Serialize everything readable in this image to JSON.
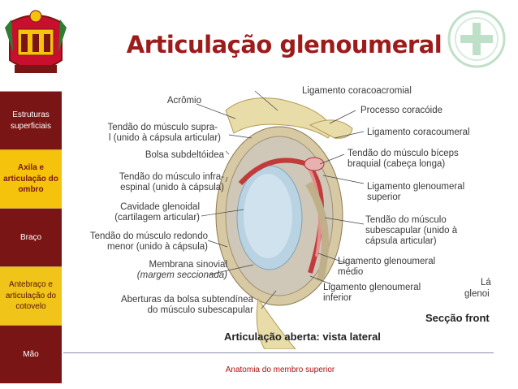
{
  "title": "Articulação glenoumeral",
  "nav": {
    "items": [
      {
        "label": "Estruturas superficiais"
      },
      {
        "label": "Axila e articulação do ombro"
      },
      {
        "label": "Braço"
      },
      {
        "label": "Antebraço e articulação do cotovelo"
      },
      {
        "label": "Mão"
      }
    ],
    "active_index": 1
  },
  "diagram": {
    "left_labels": [
      "Acrômio",
      "Tendão do músculo supra-",
      "l (unido à cápsula articular)",
      "Bolsa subdeltóidea",
      "Tendão do músculo infra-",
      "espinal (unido à cápsula)",
      "Cavidade glenoidal",
      "(cartilagem articular)",
      "Tendão do músculo redondo",
      "menor (unido à cápsula)",
      "Membrana sinovial",
      "(margem seccionada)",
      "Aberturas da bolsa subtendínea",
      "do músculo subescapular"
    ],
    "right_labels": [
      "Ligamento coracoacromial",
      "Processo coracóide",
      "Ligamento coracoumeral",
      "Tendão do músculo bíceps",
      "braquial (cabeça longa)",
      "Ligamento glenoumeral",
      "superior",
      "Tendão do músculo",
      "subescapular (unido à",
      "cápsula articular)",
      "Ligamento glenoumeral",
      "médio",
      "Ligamento glenoumeral",
      "inferior",
      "Lá",
      "glenoi"
    ],
    "caption": "Articulação aberta: vista lateral",
    "section_label": "Secção front"
  },
  "footer": "Anatomia do membro superior",
  "colors": {
    "title": "#9c1b1b",
    "nav_bg": "#7a1515",
    "nav_active": "#f5c20c",
    "footer": "#b01010"
  }
}
